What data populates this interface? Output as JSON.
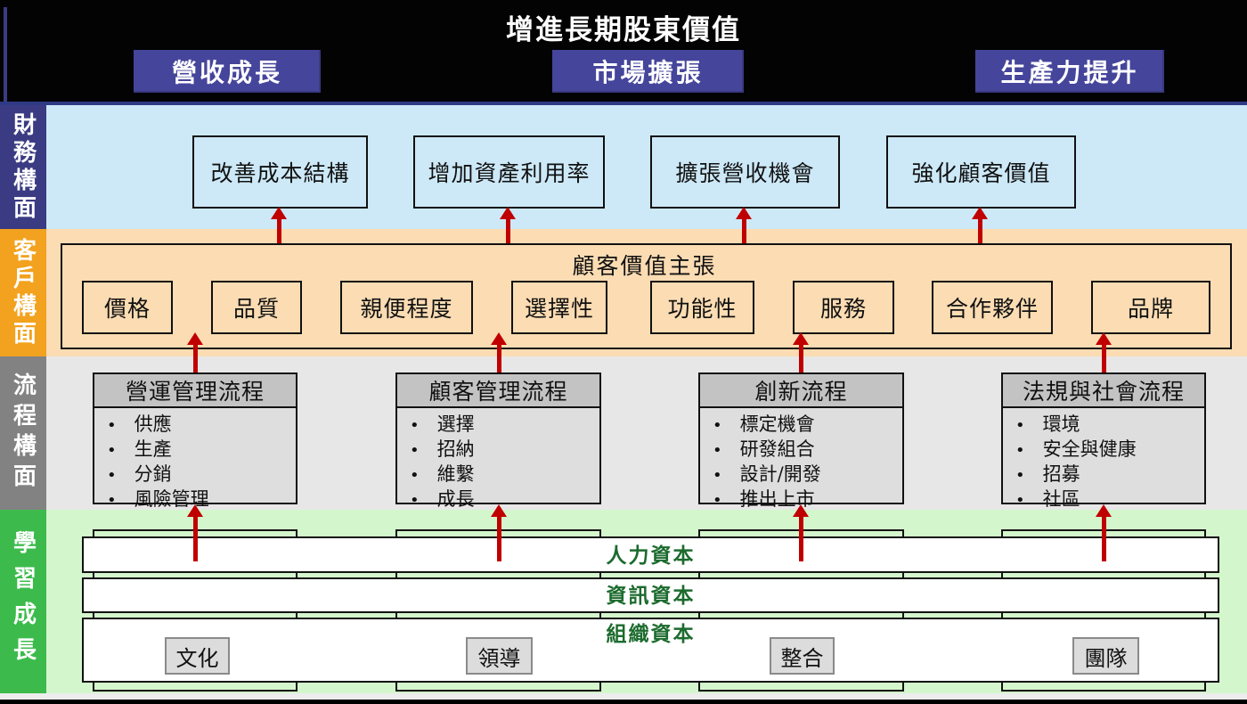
{
  "header": {
    "title": "增進長期股東價值",
    "strategies": [
      "營收成長",
      "市場擴張",
      "生產力提升"
    ]
  },
  "financial": {
    "label": "財務構面",
    "boxes": [
      "改善成本結構",
      "增加資產利用率",
      "擴張營收機會",
      "強化顧客價值"
    ]
  },
  "customer": {
    "label": "客戶構面",
    "proposition_title": "顧客價值主張",
    "boxes": [
      "價格",
      "品質",
      "親便程度",
      "選擇性",
      "功能性",
      "服務",
      "合作夥伴",
      "品牌"
    ]
  },
  "process": {
    "label": "流程構面",
    "groups": [
      {
        "title": "營運管理流程",
        "items": [
          "供應",
          "生產",
          "分銷",
          "風險管理"
        ]
      },
      {
        "title": "顧客管理流程",
        "items": [
          "選擇",
          "招納",
          "維繫",
          "成長"
        ]
      },
      {
        "title": "創新流程",
        "items": [
          "標定機會",
          "研發組合",
          "設計/開發",
          "推出上市"
        ]
      },
      {
        "title": "法規與社會流程",
        "items": [
          "環境",
          "安全與健康",
          "招募",
          "社區"
        ]
      }
    ]
  },
  "learning": {
    "label": "學習成長",
    "bars": [
      "人力資本",
      "資訊資本",
      "組織資本"
    ],
    "org_boxes": [
      "文化",
      "領導",
      "整合",
      "團隊"
    ]
  },
  "colors": {
    "header_bg": "#030303",
    "strategy_box": "#45459B",
    "financial_sidebar": "#3B3B84",
    "financial_band": "#CDE9F8",
    "customer_sidebar": "#F2A21E",
    "customer_band": "#FBDCB3",
    "process_sidebar": "#828282",
    "process_band": "#E7E7E7",
    "learning_sidebar": "#3CBB4C",
    "learning_band": "#D4F6CC",
    "arrow_red": "#C00000",
    "bar_label_green": "#1C6B2E"
  }
}
